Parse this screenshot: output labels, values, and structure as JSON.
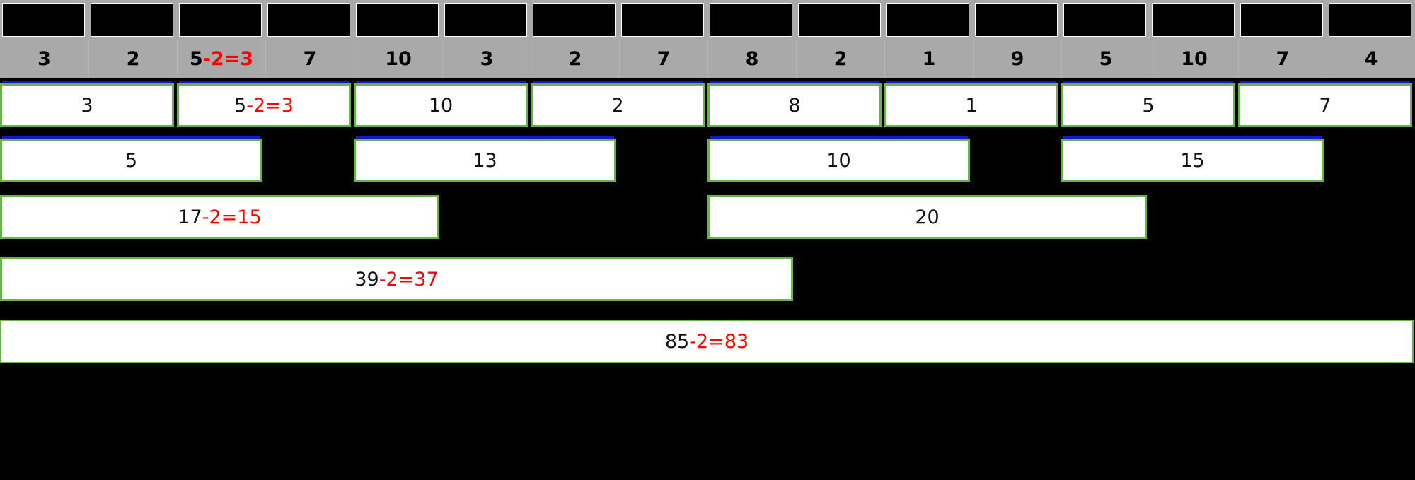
{
  "title": "segment-tree-visualization",
  "colors": {
    "background": "#000000",
    "band": "#a9a9a9",
    "node_border": "#6ab04c",
    "node_fill": "#ffffff",
    "highlight": "#ff0000",
    "top_marker": "#1414d2"
  },
  "grid": {
    "cell_count": 16,
    "cells": [
      "",
      "",
      "",
      "",
      "",
      "",
      "",
      "",
      "",
      "",
      "",
      "",
      "",
      "",
      "",
      ""
    ]
  },
  "leaf_values": [
    {
      "value": "3",
      "op": ""
    },
    {
      "value": "2",
      "op": ""
    },
    {
      "value": "5",
      "op": "-2=3"
    },
    {
      "value": "7",
      "op": ""
    },
    {
      "value": "10",
      "op": ""
    },
    {
      "value": "3",
      "op": ""
    },
    {
      "value": "2",
      "op": ""
    },
    {
      "value": "7",
      "op": ""
    },
    {
      "value": "8",
      "op": ""
    },
    {
      "value": "2",
      "op": ""
    },
    {
      "value": "1",
      "op": ""
    },
    {
      "value": "9",
      "op": ""
    },
    {
      "value": "5",
      "op": ""
    },
    {
      "value": "10",
      "op": ""
    },
    {
      "value": "7",
      "op": ""
    },
    {
      "value": "4",
      "op": ""
    }
  ],
  "levels": [
    {
      "name": "level-2",
      "nodes": [
        {
          "value": "3",
          "op": "",
          "start": 0,
          "span": 1
        },
        {
          "value": "5",
          "op": "-2=3",
          "start": 2,
          "span": 1
        },
        {
          "value": "10",
          "op": "",
          "start": 4,
          "span": 1
        },
        {
          "value": "2",
          "op": "",
          "start": 6,
          "span": 1
        },
        {
          "value": "8",
          "op": "",
          "start": 8,
          "span": 1
        },
        {
          "value": "1",
          "op": "",
          "start": 10,
          "span": 1
        },
        {
          "value": "5",
          "op": "",
          "start": 12,
          "span": 1
        },
        {
          "value": "7",
          "op": "",
          "start": 14,
          "span": 1
        }
      ]
    },
    {
      "name": "level-3",
      "nodes": [
        {
          "value": "5",
          "op": "",
          "start": 0,
          "span": 2
        },
        {
          "value": "13",
          "op": "",
          "start": 4,
          "span": 2
        },
        {
          "value": "10",
          "op": "",
          "start": 8,
          "span": 2
        },
        {
          "value": "15",
          "op": "",
          "start": 12,
          "span": 2
        }
      ]
    },
    {
      "name": "level-4",
      "nodes": [
        {
          "value": "17",
          "op": "-2=15",
          "start": 0,
          "span": 4
        },
        {
          "value": "20",
          "op": "",
          "start": 8,
          "span": 4
        }
      ]
    },
    {
      "name": "level-5",
      "nodes": [
        {
          "value": "39",
          "op": "-2=37",
          "start": 0,
          "span": 8
        }
      ]
    },
    {
      "name": "level-6",
      "nodes": [
        {
          "value": "85",
          "op": " -2=83",
          "start": 0,
          "span": 16
        }
      ]
    }
  ]
}
